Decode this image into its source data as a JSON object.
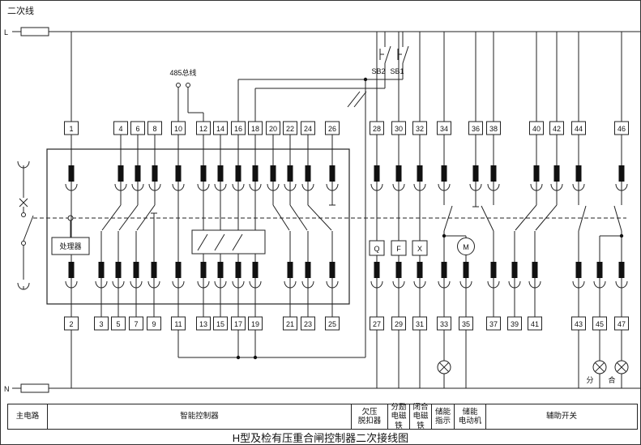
{
  "title": "H型及检有压重合闸控制器二次接线图",
  "colors": {
    "ink": "#1a1a1a",
    "background": "#ffffff"
  },
  "labels": {
    "secondary_wire": "二次线",
    "line_l": "L",
    "line_n": "N",
    "bus_485": "485总线",
    "button_sb2": "SB2",
    "button_sb1": "SB1",
    "processor": "处理器",
    "coil_undervoltage": "Q",
    "coil_shunt": "F",
    "coil_closing": "X",
    "motor": "M",
    "lamp_open": "分",
    "lamp_close": "合"
  },
  "terminals": {
    "top": [
      "1",
      "4",
      "6",
      "8",
      "10",
      "12",
      "14",
      "16",
      "18",
      "20",
      "22",
      "24",
      "26",
      "28",
      "30",
      "32",
      "34",
      "36",
      "38",
      "40",
      "42",
      "44",
      "46"
    ],
    "bottom": [
      "2",
      "3",
      "5",
      "7",
      "9",
      "11",
      "13",
      "15",
      "17",
      "19",
      "21",
      "23",
      "25",
      "27",
      "29",
      "31",
      "33",
      "35",
      "37",
      "39",
      "41",
      "43",
      "45",
      "47"
    ]
  },
  "legend": [
    {
      "label": "主电路"
    },
    {
      "label": "智能控制器"
    },
    {
      "label": "欠压\n脱扣器"
    },
    {
      "label": "分励\n电磁铁"
    },
    {
      "label": "闭合\n电磁铁"
    },
    {
      "label": "储能\n指示"
    },
    {
      "label": "储能\n电动机"
    },
    {
      "label": "辅助开关"
    }
  ]
}
